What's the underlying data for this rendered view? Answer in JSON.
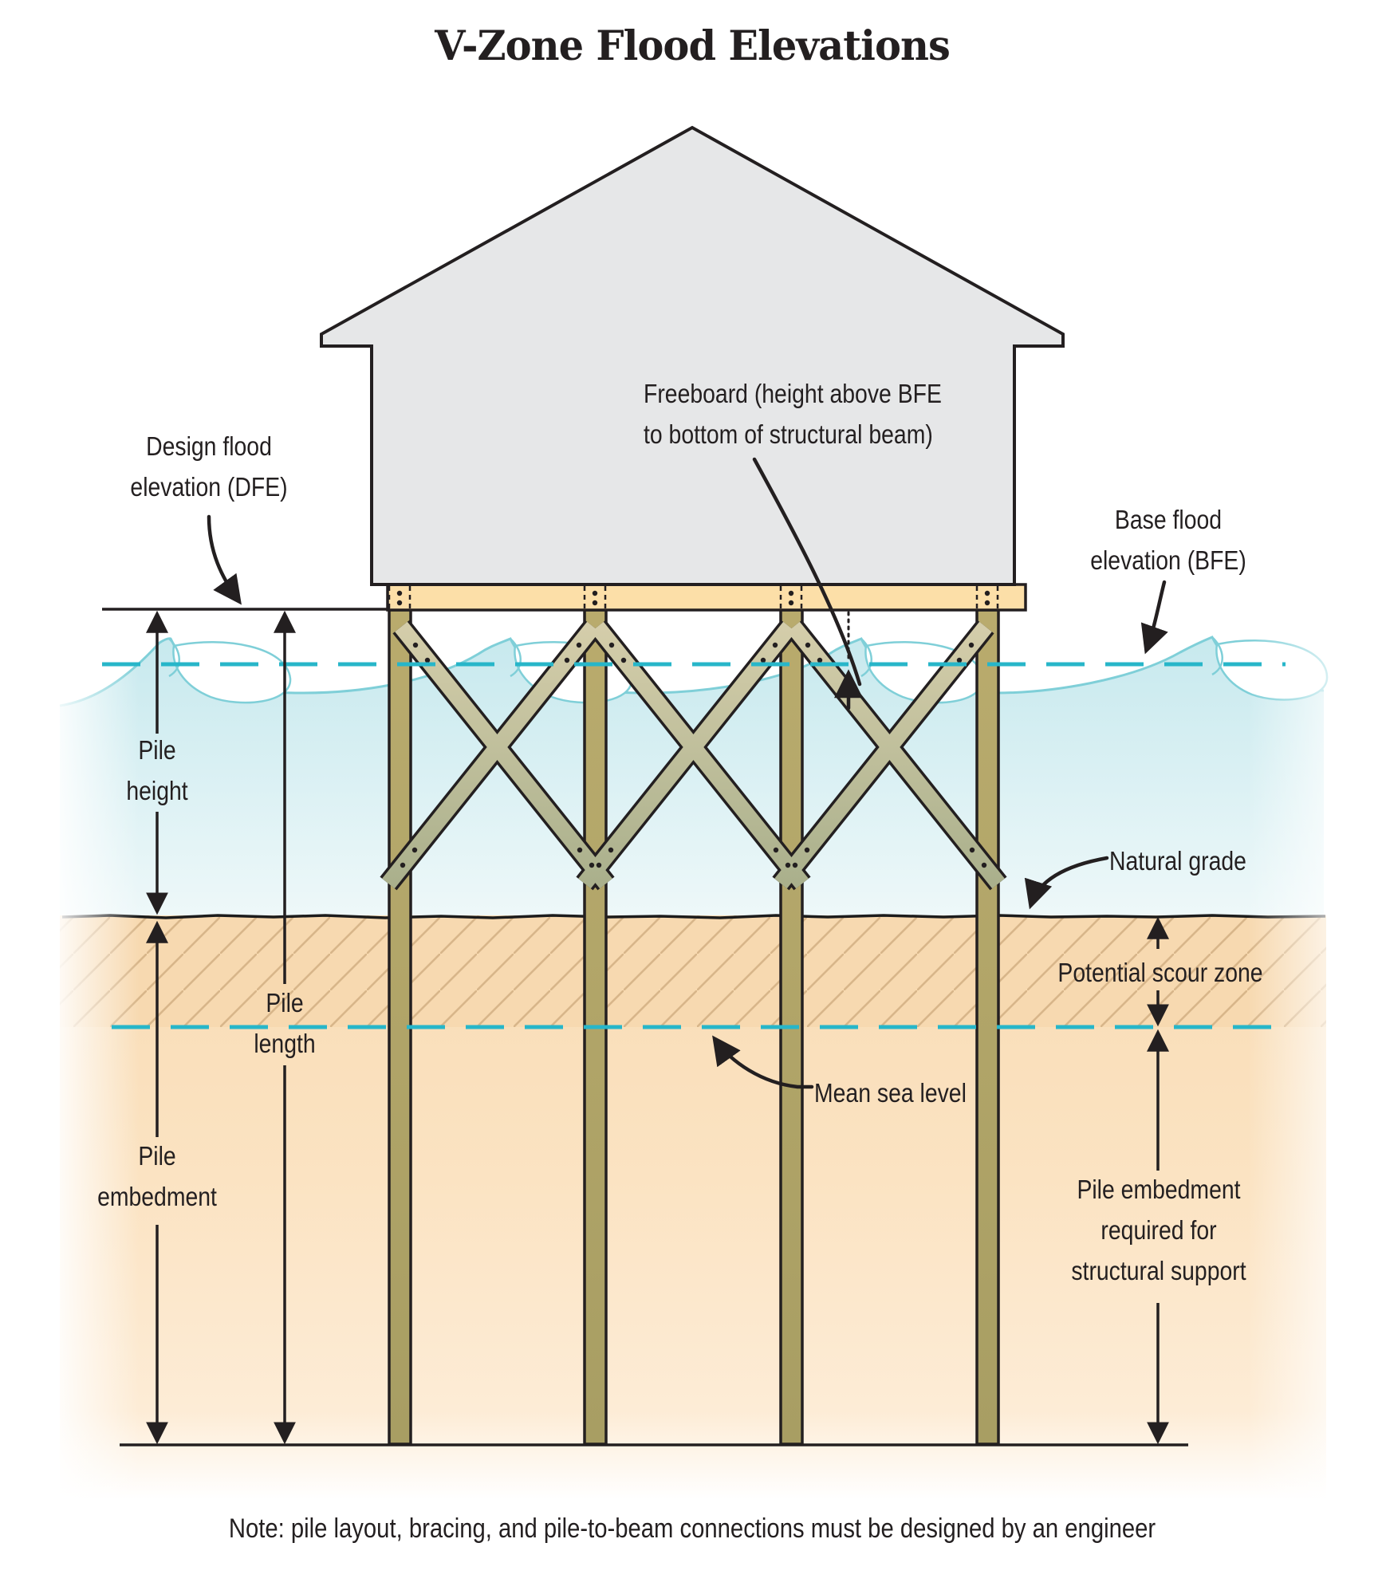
{
  "title": "V-Zone Flood Elevations",
  "labels": {
    "design_flood_elevation": "Design flood\nelevation (DFE)",
    "freeboard": "Freeboard (height above BFE\nto bottom of structural beam)",
    "base_flood_elevation": "Base flood\nelevation (BFE)",
    "pile_height": "Pile\nheight",
    "natural_grade": "Natural grade",
    "potential_scour_zone": "Potential scour zone",
    "pile_length": "Pile\nlength",
    "mean_sea_level": "Mean sea level",
    "pile_embedment": "Pile\nembedment",
    "pile_embedment_required": "Pile embedment\nrequired for\nstructural support"
  },
  "note": "Note: pile layout,  bracing, and pile-to-beam connections must be designed by an engineer",
  "colors": {
    "water_top": "#c9ebef",
    "water_bottom": "#eef8f9",
    "wave_outline": "#7fcfd8",
    "flood_line_dash": "#27b6c9",
    "sand": "#fbe2bf",
    "scour_band": "#f7d9b0",
    "hatch": "#d8b68a",
    "beam": "#fcdfa8",
    "pile": "#b3a466",
    "brace": "#cfc8a4",
    "house": "#e6e7e8",
    "ink": "#231f20"
  }
}
